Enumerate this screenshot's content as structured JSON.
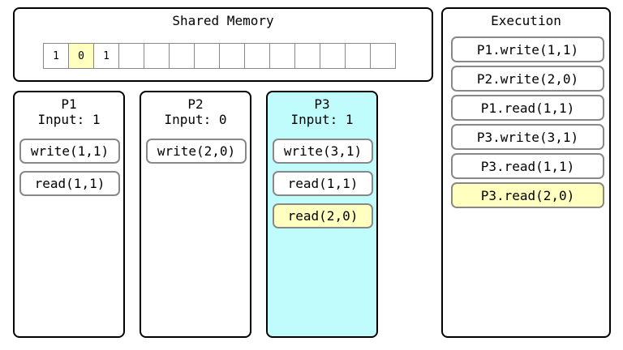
{
  "memory": {
    "title": "Shared Memory",
    "cells": [
      "1",
      "0",
      "1",
      "",
      "",
      "",
      "",
      "",
      "",
      "",
      "",
      "",
      "",
      ""
    ],
    "highlighted_index": 1,
    "highlight_color": "#ffffc0"
  },
  "processes": [
    {
      "name": "P1",
      "input_label": "Input: 1",
      "ops": [
        "write(1,1)",
        "read(1,1)"
      ],
      "active": false,
      "highlighted_op": -1
    },
    {
      "name": "P2",
      "input_label": "Input: 0",
      "ops": [
        "write(2,0)"
      ],
      "active": false,
      "highlighted_op": -1
    },
    {
      "name": "P3",
      "input_label": "Input: 1",
      "ops": [
        "write(3,1)",
        "read(1,1)",
        "read(2,0)"
      ],
      "active": true,
      "highlighted_op": 2
    }
  ],
  "execution": {
    "title": "Execution",
    "steps": [
      "P1.write(1,1)",
      "P2.write(2,0)",
      "P1.read(1,1)",
      "P3.write(3,1)",
      "P3.read(1,1)",
      "P3.read(2,0)"
    ],
    "highlighted_step": 5
  },
  "colors": {
    "active_process": "#c0fcfc",
    "highlight": "#ffffc0",
    "border": "#000000",
    "item_border": "#888888"
  }
}
